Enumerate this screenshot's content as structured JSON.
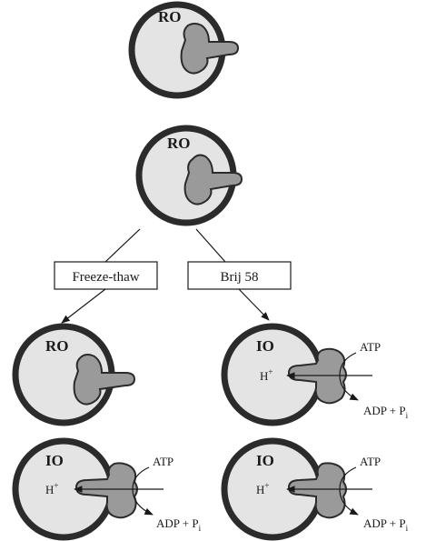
{
  "vesicles": {
    "top": {
      "label": "RO"
    },
    "middle": {
      "label": "RO"
    },
    "left_first": {
      "label": "RO"
    },
    "left_second": {
      "label": "IO",
      "proton": "H",
      "proton_sup": "+",
      "atp": "ATP",
      "adp": "ADP + P",
      "adp_sub": "i"
    },
    "right_first": {
      "label": "IO",
      "proton": "H",
      "proton_sup": "+",
      "atp": "ATP",
      "adp": "ADP + P",
      "adp_sub": "i"
    },
    "right_second": {
      "label": "IO",
      "proton": "H",
      "proton_sup": "+",
      "atp": "ATP",
      "adp": "ADP + P",
      "adp_sub": "i"
    }
  },
  "treatments": {
    "left": "Freeze-thaw",
    "right": "Brij 58"
  },
  "colors": {
    "membrane": "#2b2b2b",
    "lumen": "#e4e4e4",
    "enzyme": "#9a9a9a"
  }
}
